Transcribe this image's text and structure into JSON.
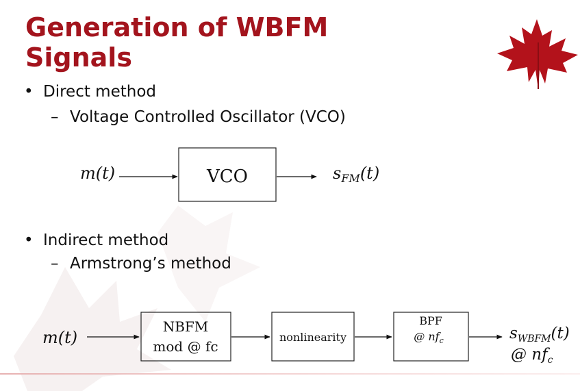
{
  "slide": {
    "title_line1": "Generation of WBFM",
    "title_line2": "Signals"
  },
  "bullets": [
    {
      "label": "Direct method",
      "sub": "Voltage Controlled Oscillator (VCO)"
    },
    {
      "label": "Indirect method",
      "sub": "Armstrong’s method"
    }
  ],
  "direct_diagram": {
    "input": "m(t)",
    "block": "VCO",
    "output_base": "s",
    "output_sub": "FM",
    "output_arg": "(t)"
  },
  "indirect_diagram": {
    "input": "m(t)",
    "block1_line1": "NBFM",
    "block1_line2": "mod @ fc",
    "block2": "nonlinearity",
    "block3_line1": "BPF",
    "block3_line2_prefix": "@ nf",
    "block3_line2_sub": "c",
    "output_base": "s",
    "output_sub": "WBFM",
    "output_arg": "(t)",
    "output_line2_prefix": "@ nf",
    "output_line2_sub": "c"
  },
  "colors": {
    "title": "#a3141d",
    "logo_leaf": "#b3121b",
    "text": "#111111"
  },
  "icons": {
    "logo": "maple-leaf-icon"
  }
}
